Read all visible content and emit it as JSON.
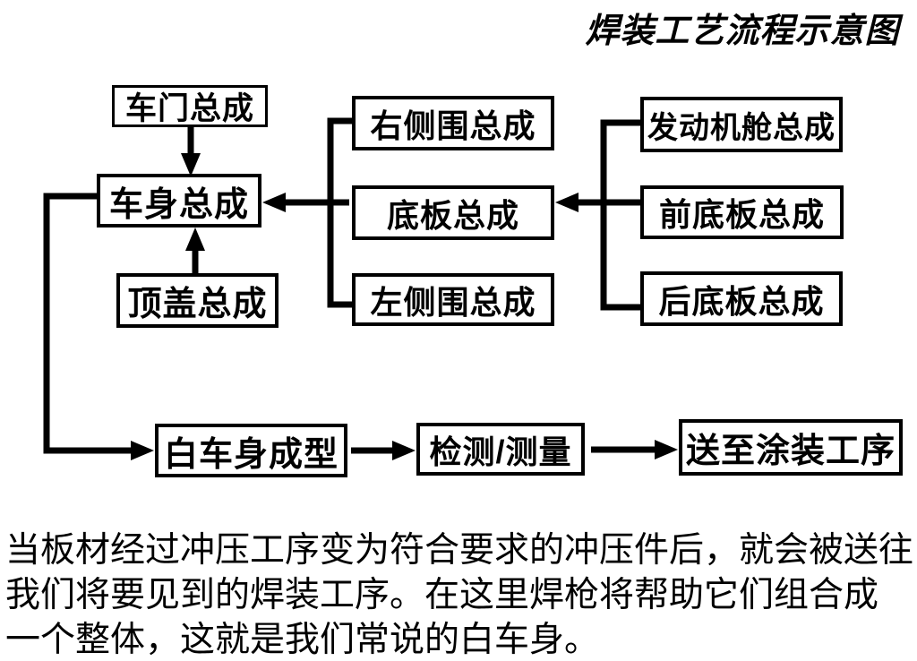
{
  "title": "焊装工艺流程示意图",
  "flow": {
    "nodes": {
      "door": "车门总成",
      "body": "车身总成",
      "roof": "顶盖总成",
      "right_side": "右侧围总成",
      "floor": "底板总成",
      "left_side": "左侧围总成",
      "engine_bay": "发动机舱总成",
      "front_floor": "前底板总成",
      "rear_floor": "后底板总成",
      "biw": "白车身成型",
      "inspect": "检测/测量",
      "to_paint": "送至涂装工序"
    },
    "edges": [
      {
        "from": "door",
        "to": "body"
      },
      {
        "from": "roof",
        "to": "body"
      },
      {
        "from": "right_side",
        "to": "body"
      },
      {
        "from": "floor",
        "to": "body"
      },
      {
        "from": "left_side",
        "to": "body"
      },
      {
        "from": "engine_bay",
        "to": "floor"
      },
      {
        "from": "front_floor",
        "to": "floor"
      },
      {
        "from": "rear_floor",
        "to": "floor"
      },
      {
        "from": "body",
        "to": "biw"
      },
      {
        "from": "biw",
        "to": "inspect"
      },
      {
        "from": "inspect",
        "to": "to_paint"
      }
    ]
  },
  "caption": {
    "lines": [
      "当板材经过冲压工序变为符合要求的冲压件后，就会被送往",
      "我们将要见到的焊装工序。在这里焊枪将帮助它们组合成",
      "一个整体，这就是我们常说的白车身。"
    ],
    "full": "当板材经过冲压工序变为符合要求的冲压件后，就会被送往我们将要见到的焊装工序。在这里焊枪将帮助它们组合成一个整体，这就是我们常说的白车身。"
  },
  "colors": {
    "ink": "#000000",
    "background": "#ffffff"
  }
}
